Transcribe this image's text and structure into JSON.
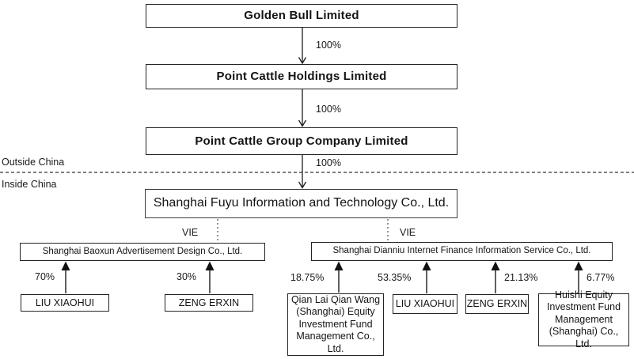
{
  "regions": {
    "outside_label": "Outside China",
    "inside_label": "Inside China"
  },
  "nodes": {
    "golden_bull": {
      "label": "Golden Bull Limited"
    },
    "point_cattle_holdings": {
      "label": "Point Cattle Holdings Limited"
    },
    "point_cattle_group": {
      "label": "Point Cattle Group Company Limited"
    },
    "shanghai_fuyu": {
      "label": "Shanghai Fuyu Information and Technology Co., Ltd."
    },
    "baoxun": {
      "label": "Shanghai Baoxun Advertisement Design Co., Ltd."
    },
    "dianniu": {
      "label": "Shanghai Dianniu Internet Finance Information Service Co., Ltd."
    },
    "liu_xiaohui_left": {
      "label": "LIU XIAOHUI"
    },
    "zeng_erxin_left": {
      "label": "ZENG ERXIN"
    },
    "qian_lai_qian_wang": {
      "label": "Qian Lai Qian Wang\n(Shanghai) Equity\nInvestment Fund\nManagement Co.,\nLtd."
    },
    "liu_xiaohui_right": {
      "label": "LIU XIAOHUI"
    },
    "zeng_erxin_right": {
      "label": "ZENG ERXIN"
    },
    "huishi": {
      "label": "Huishi Equity\nInvestment Fund\nManagement\n(Shanghai) Co., Ltd."
    }
  },
  "edges": {
    "golden_bull_to_holdings": {
      "label": "100%"
    },
    "holdings_to_group": {
      "label": "100%"
    },
    "group_to_fuyu": {
      "label": "100%"
    },
    "fuyu_vie_baoxun": {
      "label": "VIE"
    },
    "fuyu_vie_dianniu": {
      "label": "VIE"
    },
    "liu_to_baoxun": {
      "label": "70%"
    },
    "zeng_to_baoxun": {
      "label": "30%"
    },
    "qianlai_to_dianniu": {
      "label": "18.75%"
    },
    "liu_to_dianniu": {
      "label": "53.35%"
    },
    "zeng_to_dianniu": {
      "label": "21.13%"
    },
    "huishi_to_dianniu": {
      "label": "6.77%"
    }
  },
  "colors": {
    "line": "#1c1c1c",
    "border": "#232323",
    "background": "#ffffff",
    "text": "#141414"
  }
}
